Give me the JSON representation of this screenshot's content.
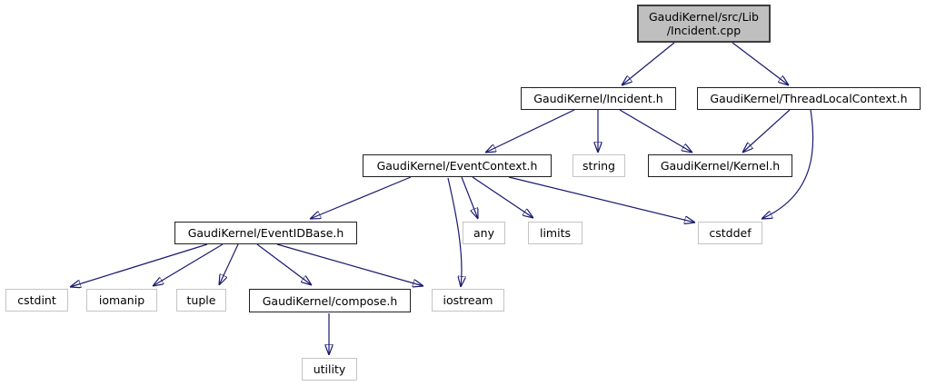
{
  "diagram": {
    "type": "include-dependency-graph",
    "description": "Doxygen include dependency graph for GaudiKernel/src/Lib/Incident.cpp",
    "colors": {
      "background": "#ffffff",
      "edge": "#191970",
      "root_fill": "#bfbfbf",
      "node_fill": "#ffffff",
      "doc_border": "#1f1f1f",
      "std_border": "#c4c4c4",
      "text": "#000000"
    },
    "nodes": [
      {
        "id": "incident-cpp",
        "label": "GaudiKernel/src/Lib/Incident.cpp",
        "label_lines": [
          "GaudiKernel/src/Lib",
          "/Incident.cpp"
        ],
        "kind": "root"
      },
      {
        "id": "incident-h",
        "label": "GaudiKernel/Incident.h",
        "kind": "doc"
      },
      {
        "id": "threadlocalcontext-h",
        "label": "GaudiKernel/ThreadLocalContext.h",
        "kind": "doc"
      },
      {
        "id": "eventcontext-h",
        "label": "GaudiKernel/EventContext.h",
        "kind": "doc"
      },
      {
        "id": "string",
        "label": "string",
        "kind": "std"
      },
      {
        "id": "kernel-h",
        "label": "GaudiKernel/Kernel.h",
        "kind": "doc"
      },
      {
        "id": "eventidbase-h",
        "label": "GaudiKernel/EventIDBase.h",
        "kind": "doc"
      },
      {
        "id": "any",
        "label": "any",
        "kind": "std"
      },
      {
        "id": "limits",
        "label": "limits",
        "kind": "std"
      },
      {
        "id": "cstddef",
        "label": "cstddef",
        "kind": "std"
      },
      {
        "id": "cstdint",
        "label": "cstdint",
        "kind": "std"
      },
      {
        "id": "iomanip",
        "label": "iomanip",
        "kind": "std"
      },
      {
        "id": "tuple",
        "label": "tuple",
        "kind": "std"
      },
      {
        "id": "compose-h",
        "label": "GaudiKernel/compose.h",
        "kind": "doc"
      },
      {
        "id": "iostream",
        "label": "iostream",
        "kind": "std"
      },
      {
        "id": "utility",
        "label": "utility",
        "kind": "std"
      }
    ],
    "edges": [
      {
        "from": "incident-cpp",
        "to": "incident-h"
      },
      {
        "from": "incident-cpp",
        "to": "threadlocalcontext-h"
      },
      {
        "from": "incident-h",
        "to": "eventcontext-h"
      },
      {
        "from": "incident-h",
        "to": "string"
      },
      {
        "from": "incident-h",
        "to": "kernel-h"
      },
      {
        "from": "threadlocalcontext-h",
        "to": "kernel-h"
      },
      {
        "from": "threadlocalcontext-h",
        "to": "cstddef"
      },
      {
        "from": "eventcontext-h",
        "to": "eventidbase-h"
      },
      {
        "from": "eventcontext-h",
        "to": "any"
      },
      {
        "from": "eventcontext-h",
        "to": "limits"
      },
      {
        "from": "eventcontext-h",
        "to": "cstddef"
      },
      {
        "from": "eventcontext-h",
        "to": "iostream"
      },
      {
        "from": "eventidbase-h",
        "to": "cstdint"
      },
      {
        "from": "eventidbase-h",
        "to": "iomanip"
      },
      {
        "from": "eventidbase-h",
        "to": "tuple"
      },
      {
        "from": "eventidbase-h",
        "to": "compose-h"
      },
      {
        "from": "eventidbase-h",
        "to": "iostream"
      },
      {
        "from": "compose-h",
        "to": "utility"
      }
    ]
  }
}
